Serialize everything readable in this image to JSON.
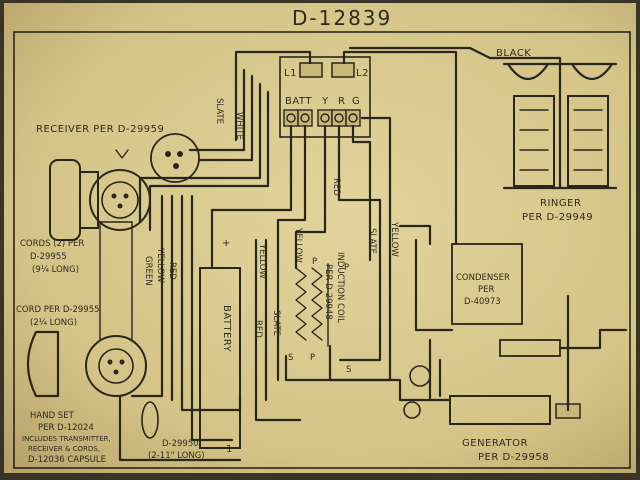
{
  "title": "D-12839",
  "labels": {
    "black": "BLACK",
    "l1": "L1",
    "l2": "L2",
    "batt": "BATT",
    "y": "Y",
    "r": "R",
    "g": "G",
    "slate": "SLATE",
    "white": "WHITE",
    "receiver": "RECEIVER PER D-29959",
    "cords_1": "CORDS (2) PER",
    "cords_2": "D-29955",
    "cords_3": "(9¼ LONG)",
    "cord_1": "CORD PER D-29955",
    "cord_2": "(2¼ LONG)",
    "handset_1": "HAND SET",
    "handset_2": "PER D-12024",
    "handset_3": "INCLUDES TRANSMITTER,",
    "handset_4": "RECEIVER & CORDS,",
    "handset_5": "D-12036 CAPSULE",
    "green": "GREEN",
    "yellow": "YELLOW",
    "red": "RED",
    "battery": "BATTERY",
    "plus": "+",
    "minus": "-",
    "one": "1",
    "induction_1": "INDUCTION COIL",
    "induction_2": "PER D-29948",
    "p": "P",
    "s": "S",
    "condenser_1": "CONDENSER",
    "condenser_2": "PER",
    "condenser_3": "D-40973",
    "ringer_1": "RINGER",
    "ringer_2": "PER D-29949",
    "generator_1": "GENERATOR",
    "generator_2": "PER D-29958",
    "d29950_1": "D-29950",
    "d29950_2": "(2-11\" LONG)"
  },
  "colors": {
    "paper": "#d6c68a",
    "ink": "#2b261b",
    "frame": "#3a3328"
  }
}
